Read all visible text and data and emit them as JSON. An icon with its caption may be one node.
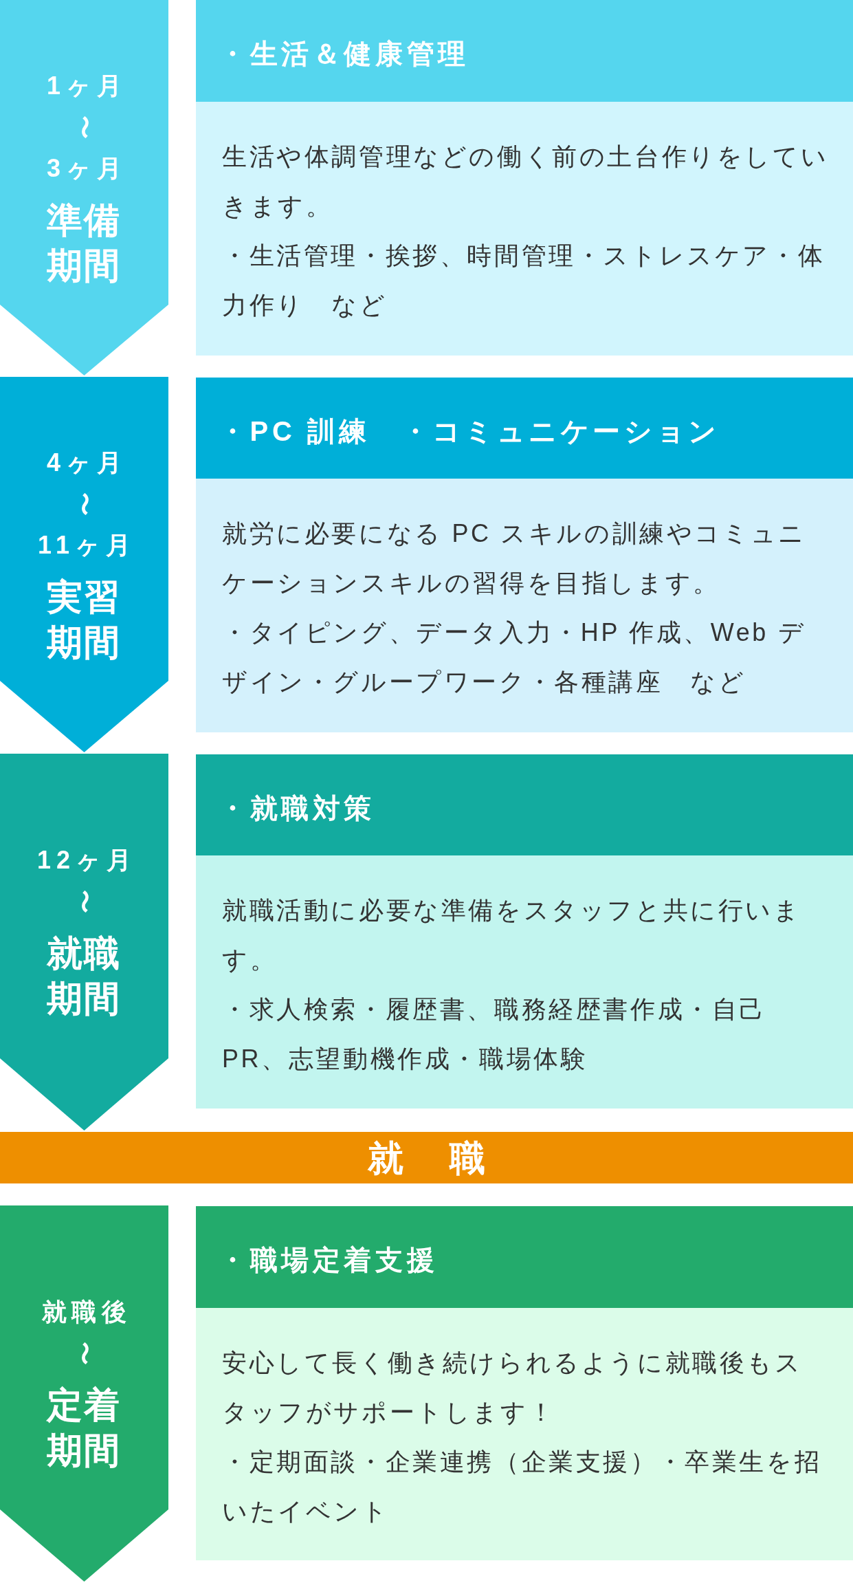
{
  "diagram": {
    "nodes": [
      {
        "text": [
          "1ヶ月",
          "〜",
          "3ヶ月",
          "準備期間"
        ]
      },
      {
        "text": [
          "・生活＆健康管理",
          "生活や体調管理などの働く前の土台作りをしていきます。",
          "・生活管理・挨拶、時間管理・ストレスケア・体力作り　など"
        ]
      },
      {
        "text": [
          "4ヶ月",
          "〜",
          "11ヶ月",
          "実習期間"
        ]
      },
      {
        "text": [
          "・PC 訓練　・コミュニケーション",
          "就労に必要になる PC スキルの訓練やコミュニケーションスキルの習得を目指します。",
          "・タイピング、データ入力・HP 作成、Web デザイン・グループワーク・各種講座　など"
        ]
      },
      {
        "text": [
          "12ヶ月",
          "〜",
          "就職期間"
        ]
      },
      {
        "text": [
          "・就職対策",
          "就職活動に必要な準備をスタッフと共に行います。",
          "・求人検索・履歴書、職務経歴書作成・自己PR、志望動機作成・職場体験"
        ]
      },
      {
        "text": [
          "就　職"
        ]
      },
      {
        "text": [
          "就職後",
          "〜",
          "定着期間"
        ]
      },
      {
        "text": [
          "・職場定着支援",
          "安心して長く働き続けられるように就職後もスタッフがサポートします！",
          "・定期面談・企業連携（企業支援）・卒業生を招いたイベント"
        ]
      }
    ]
  }
}
